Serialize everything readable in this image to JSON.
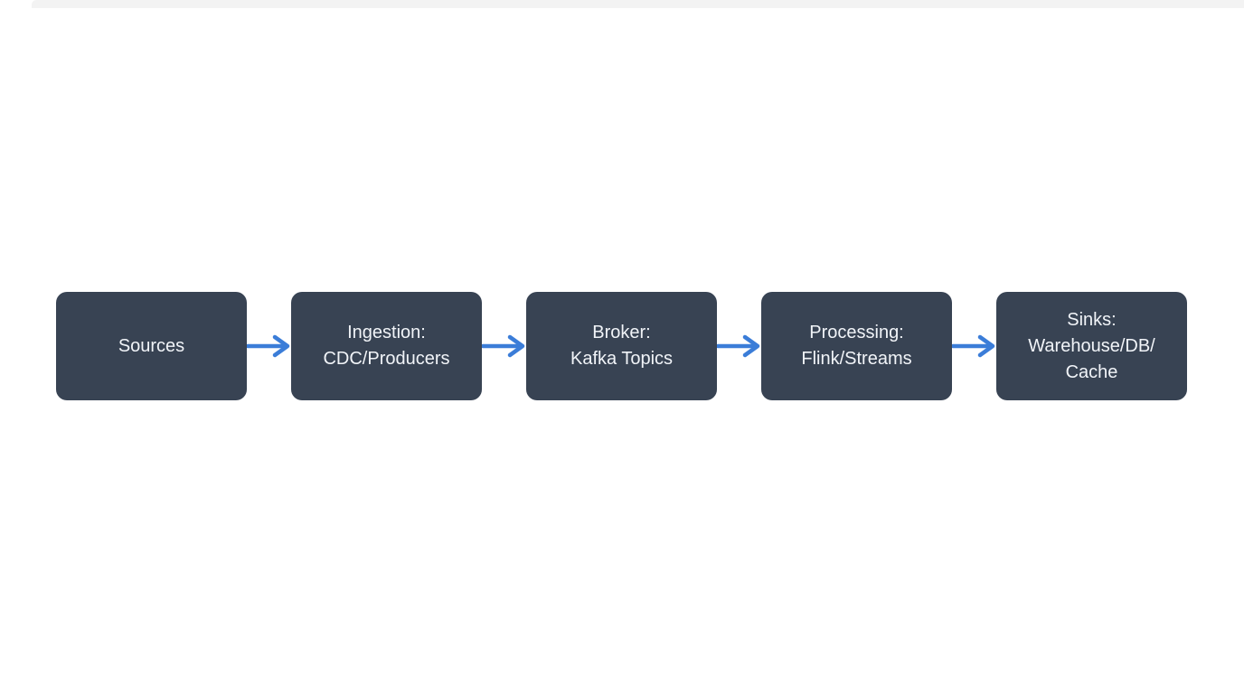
{
  "page": {
    "background": "#ffffff",
    "top_edge_strip_color": "#f3f3f3"
  },
  "diagram": {
    "type": "flow",
    "direction": "left-to-right",
    "colors": {
      "node_fill": "#384353",
      "node_text": "#f1f4f8",
      "arrow": "#3b7dd8"
    },
    "nodes": [
      {
        "name": "sources",
        "lines": [
          "Sources"
        ]
      },
      {
        "name": "ingestion",
        "lines": [
          "Ingestion:",
          "CDC/Producers"
        ]
      },
      {
        "name": "broker",
        "lines": [
          "Broker:",
          "Kafka Topics"
        ]
      },
      {
        "name": "processing",
        "lines": [
          "Processing:",
          "Flink/Streams"
        ]
      },
      {
        "name": "sinks",
        "lines": [
          "Sinks:",
          "Warehouse/DB/",
          "Cache"
        ]
      }
    ],
    "edges": [
      {
        "from": "sources",
        "to": "ingestion"
      },
      {
        "from": "ingestion",
        "to": "broker"
      },
      {
        "from": "broker",
        "to": "processing"
      },
      {
        "from": "processing",
        "to": "sinks"
      }
    ]
  }
}
